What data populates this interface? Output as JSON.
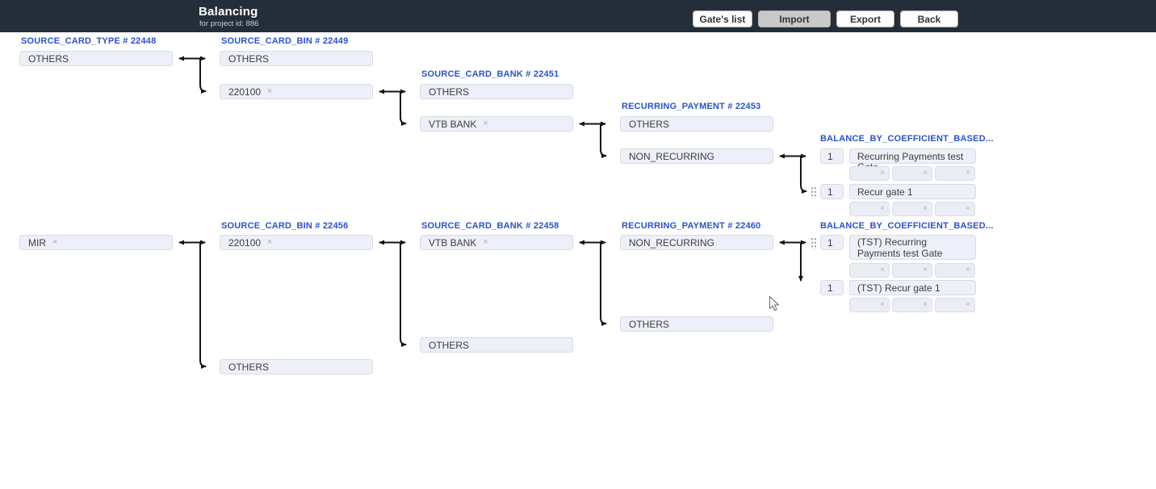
{
  "header": {
    "title": "Balancing",
    "subtitle": "for project id: 886",
    "buttons": {
      "gates_list": "Gate's list",
      "import": "Import",
      "export": "Export",
      "back": "Back"
    }
  },
  "icons": {
    "remove": "×"
  },
  "colors": {
    "header_bar": "#242e3b",
    "column_title": "#2b52cc",
    "node_background": "#eef0f9",
    "node_border": "#d9dbe4",
    "connector": "#141414",
    "pressed_button_background": "#c9c9c9"
  },
  "flow": {
    "row1": {
      "source_card_type": {
        "title": "SOURCE_CARD_TYPE # 22448",
        "boxes": [
          {
            "label": "OTHERS",
            "removable": false
          }
        ]
      },
      "source_card_bin": {
        "title": "SOURCE_CARD_BIN # 22449",
        "boxes": [
          {
            "label": "OTHERS",
            "removable": false
          },
          {
            "label": "220100",
            "removable": true
          }
        ]
      },
      "source_card_bank": {
        "title": "SOURCE_CARD_BANK # 22451",
        "boxes": [
          {
            "label": "OTHERS",
            "removable": false
          },
          {
            "label": "VTB BANK",
            "removable": true
          }
        ]
      },
      "recurring_payment": {
        "title": "RECURRING_PAYMENT # 22453",
        "boxes": [
          {
            "label": "OTHERS",
            "removable": false
          },
          {
            "label": "NON_RECURRING",
            "removable": false
          }
        ]
      },
      "balance": {
        "title": "BALANCE_BY_COEFFICIENT_BASED...",
        "gates": [
          {
            "coefficient": "1",
            "name": "Recurring Payments test Gate",
            "empty_slots": 3
          },
          {
            "coefficient": "1",
            "name": "Recur gate 1",
            "empty_slots": 3
          }
        ]
      }
    },
    "row2": {
      "source_card_type": {
        "boxes": [
          {
            "label": "MIR",
            "removable": true
          }
        ]
      },
      "source_card_bin": {
        "title": "SOURCE_CARD_BIN # 22456",
        "boxes": [
          {
            "label": "220100",
            "removable": true
          },
          {
            "label": "OTHERS",
            "removable": false
          }
        ]
      },
      "source_card_bank": {
        "title": "SOURCE_CARD_BANK # 22458",
        "boxes": [
          {
            "label": "VTB BANK",
            "removable": true
          },
          {
            "label": "OTHERS",
            "removable": false
          }
        ]
      },
      "recurring_payment": {
        "title": "RECURRING_PAYMENT # 22460",
        "boxes": [
          {
            "label": "NON_RECURRING",
            "removable": false
          },
          {
            "label": "OTHERS",
            "removable": false
          }
        ]
      },
      "balance": {
        "title": "BALANCE_BY_COEFFICIENT_BASED...",
        "gates": [
          {
            "coefficient": "1",
            "name": "(TST) Recurring Payments test Gate",
            "empty_slots": 3
          },
          {
            "coefficient": "1",
            "name": "(TST) Recur gate 1",
            "empty_slots": 3
          }
        ]
      }
    }
  }
}
